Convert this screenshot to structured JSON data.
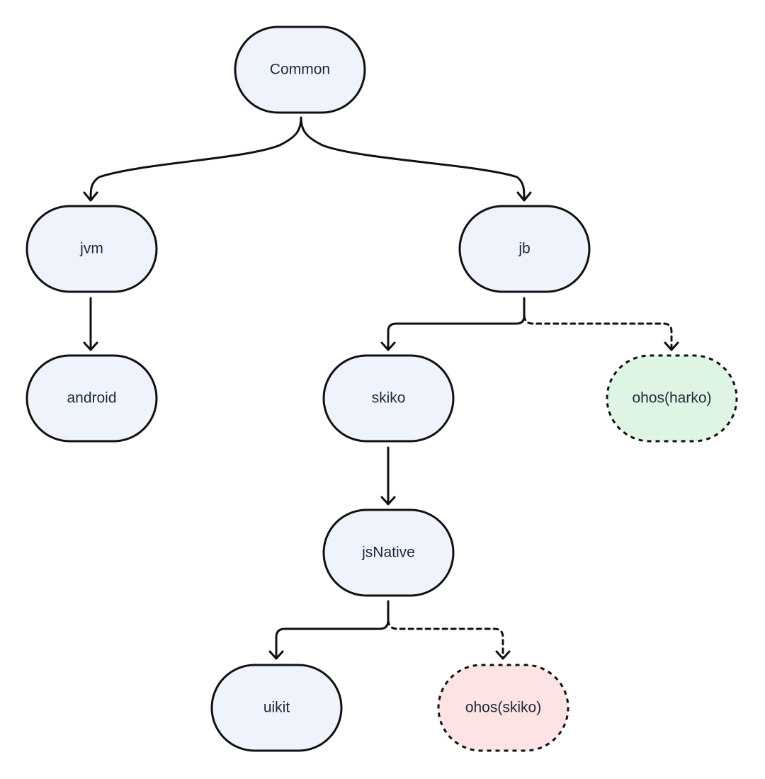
{
  "colors": {
    "node_fill_default": "#eef3fc",
    "node_fill_ohos_harko": "#dff5e3",
    "node_fill_ohos_skiko": "#fde3e4",
    "stroke": "#111111",
    "label": "#1f2937",
    "background": "#ffffff"
  },
  "nodes": {
    "common": {
      "label": "Common",
      "style": "solid"
    },
    "jvm": {
      "label": "jvm",
      "style": "solid"
    },
    "jb": {
      "label": "jb",
      "style": "solid"
    },
    "android": {
      "label": "android",
      "style": "solid"
    },
    "skiko": {
      "label": "skiko",
      "style": "solid"
    },
    "ohos_harko": {
      "label": "ohos(harko)",
      "style": "dashed"
    },
    "jsnative": {
      "label": "jsNative",
      "style": "solid"
    },
    "uikit": {
      "label": "uikit",
      "style": "solid"
    },
    "ohos_skiko": {
      "label": "ohos(skiko)",
      "style": "dashed"
    }
  },
  "edges": [
    {
      "from": "Common",
      "to": "jvm",
      "style": "solid"
    },
    {
      "from": "Common",
      "to": "jb",
      "style": "solid"
    },
    {
      "from": "jvm",
      "to": "android",
      "style": "solid"
    },
    {
      "from": "jb",
      "to": "skiko",
      "style": "solid"
    },
    {
      "from": "jb",
      "to": "ohos(harko)",
      "style": "dashed"
    },
    {
      "from": "skiko",
      "to": "jsNative",
      "style": "solid"
    },
    {
      "from": "jsNative",
      "to": "uikit",
      "style": "solid"
    },
    {
      "from": "jsNative",
      "to": "ohos(skiko)",
      "style": "dashed"
    }
  ]
}
